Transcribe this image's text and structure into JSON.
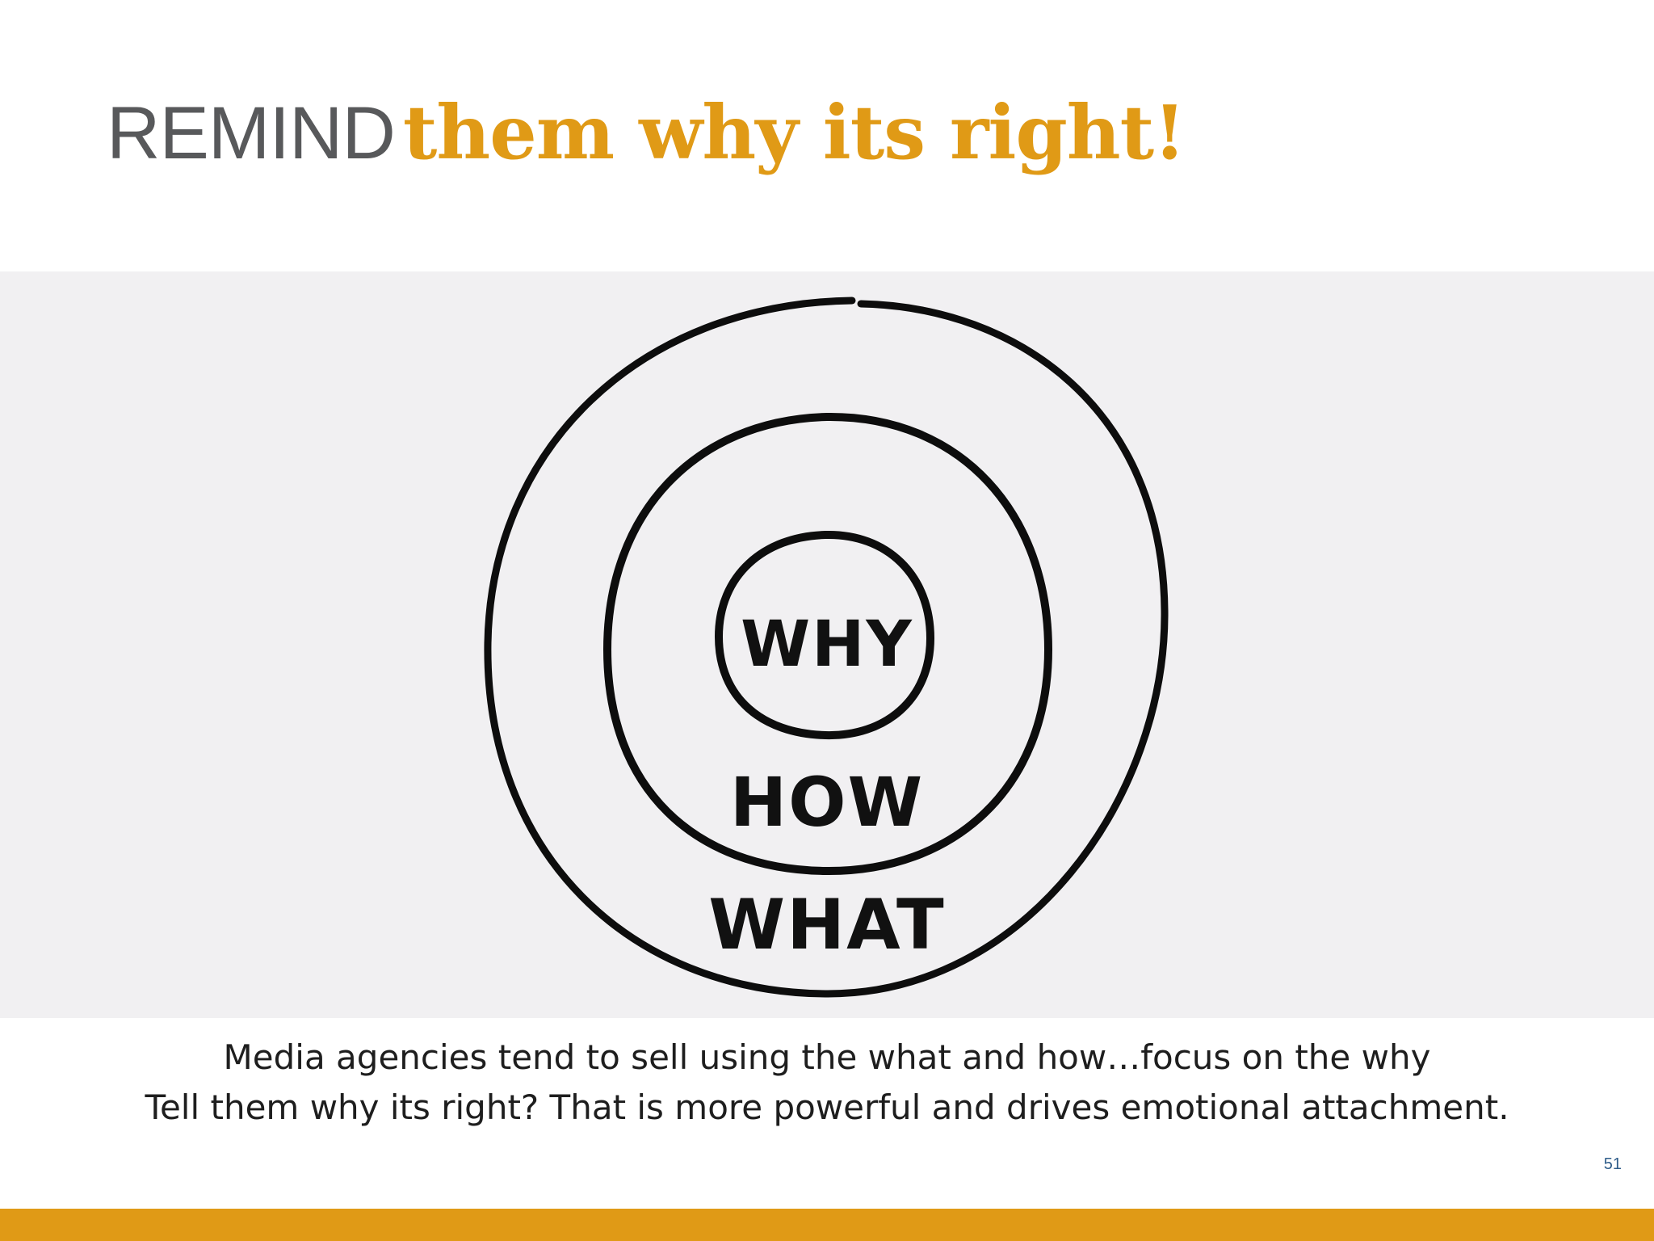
{
  "slide": {
    "title_plain": "REMIND",
    "title_accent": "them why its right!",
    "caption_lines": [
      "Media agencies tend to sell using the what and how…focus on the why",
      "Tell them why its right?  That is more powerful and drives emotional attachment."
    ],
    "page_number": "51"
  },
  "diagram": {
    "rings": [
      {
        "word": "WHY"
      },
      {
        "word": "HOW"
      },
      {
        "word": "WHAT"
      }
    ]
  },
  "colors": {
    "accent": "#e09a16",
    "title_gray": "#58595b",
    "band_background": "#f1f0f2",
    "page_number": "#2f5d8a"
  }
}
